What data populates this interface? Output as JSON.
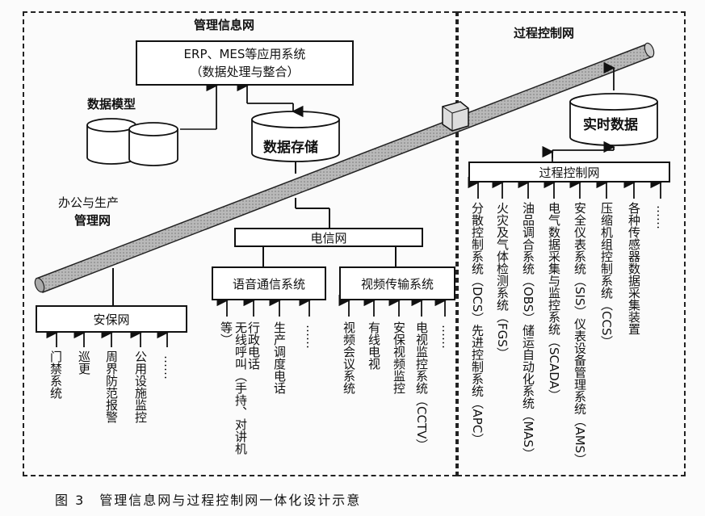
{
  "zones": {
    "mis_title": "管理信息网",
    "pcn_title": "过程控制网"
  },
  "erp": {
    "line1": "ERP、MES等应用系统",
    "line2": "（数据处理与整合）"
  },
  "data_model": "数据模型",
  "data_storage": "数据存储",
  "office_net": {
    "line1": "办公与生产",
    "line2": "管理网"
  },
  "realtime_data": "实时数据",
  "pcn_box": "过程控制网",
  "telecom": "电信网",
  "voice": "语音通信系统",
  "video": "视频传输系统",
  "security": "安保网",
  "security_items": [
    "门禁系统",
    "巡更",
    "周界防范报警",
    "公用设施监控",
    "……"
  ],
  "voice_items": [
    "无线呼叫（手持、对讲机等）",
    "行政电话",
    "生产调度电话",
    "……"
  ],
  "video_items": [
    "视频会议系统",
    "有线电视",
    "安保视频监控",
    "电视监控系统（CCTV）",
    "……"
  ],
  "pcn_items": [
    "分散控制系统（DCS）先进控制系统（APC）",
    "火灾及气体检测系统（FGS）",
    "油品调合系统（OBS）储运自动化系统（MAS）",
    "电气数据采集与监控系统（SCADA）",
    "安全仪表系统（SIS）仪表设备管理系统（AMS）",
    "压缩机组控制系统（CCS）",
    "各种传感器数据采集装置",
    "……"
  ],
  "caption": "图 3　管理信息网与过程控制网一体化设计示意"
}
